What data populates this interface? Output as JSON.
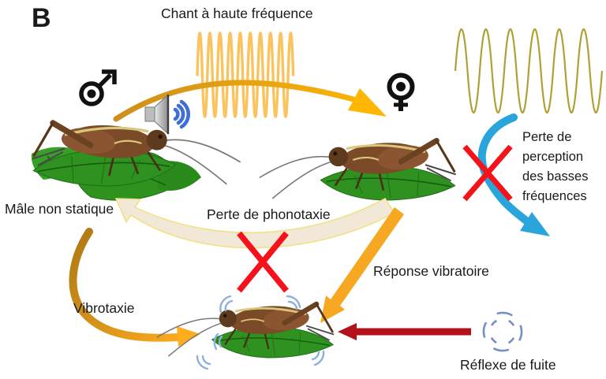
{
  "panel": {
    "label": "B"
  },
  "labels": {
    "song": "Chant à haute fréquence",
    "male_state": "Mâle non statique",
    "phonotaxis_loss": "Perte de phonotaxie",
    "perception_loss": {
      "line1": "Perte de",
      "line2": "perception",
      "line3": "des basses",
      "line4": "fréquences"
    },
    "vibratory_response": "Réponse vibratoire",
    "vibrotaxis": "Vibrotaxie",
    "escape_reflex": "Réflexe de fuite"
  },
  "icons": {
    "male_symbol": "male-sign-with-dot",
    "female_symbol": "female-sign-with-dot",
    "speaker": "loudspeaker-with-sound-waves",
    "high_freq_wave": "high-frequency-sine-wave",
    "low_freq_wave": "low-frequency-sine-wave",
    "red_cross": "red-x-mark",
    "vibration_marks": "blue-vibration-arcs"
  },
  "colors": {
    "song_wave": "#FBBD4B",
    "low_wave": "#AFA038",
    "blue_arrow": "#29A5DC",
    "red_x": "#F5121B",
    "pale_arrow_fill": "#F1E8D8",
    "pale_arrow_edge": "#F2E07E",
    "response_arrow": "#F7A823",
    "escape_arrow": "#B3111B",
    "vibration_arc": "#8FB0DC",
    "escape_vibration": "#7590C7",
    "speaker_wave": "#3E6FD6",
    "symbol": "#111111",
    "text": "#1a1a1a"
  }
}
